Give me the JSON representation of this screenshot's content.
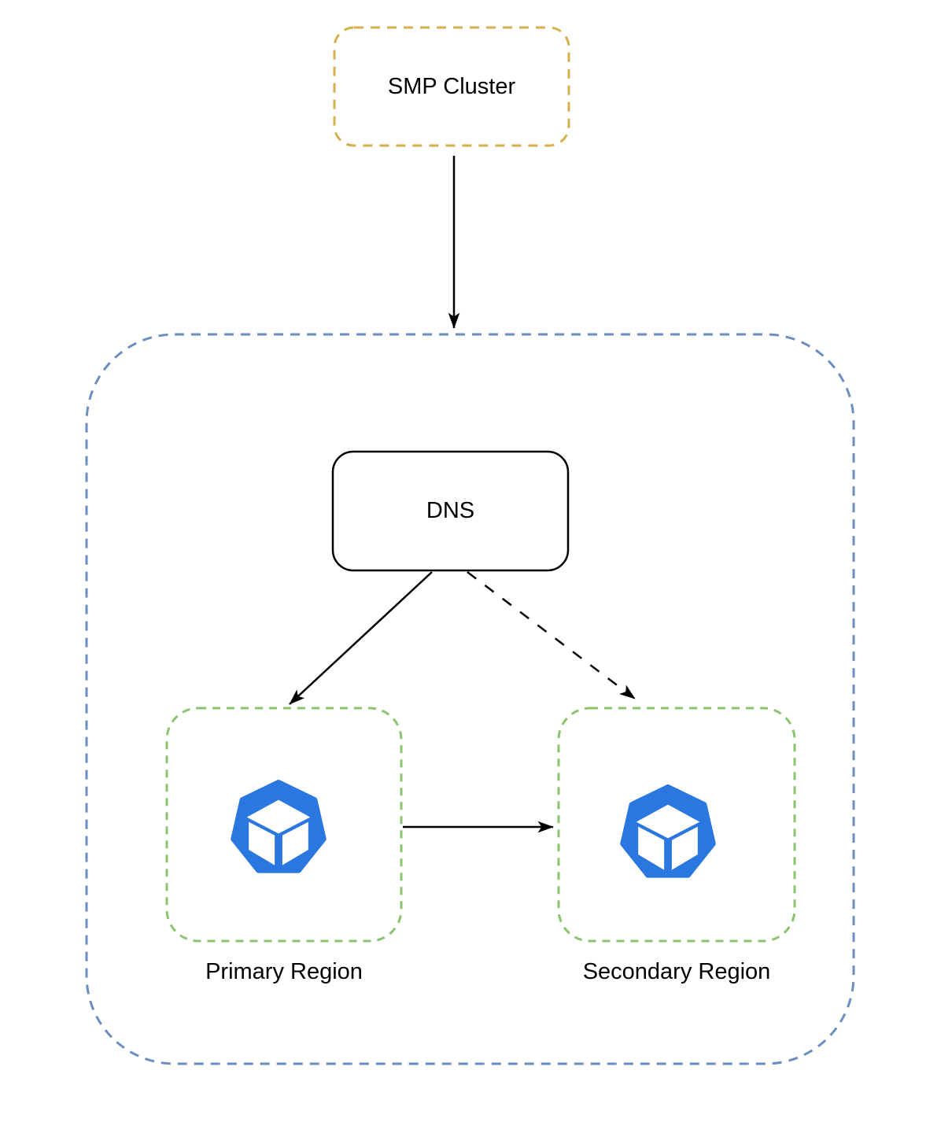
{
  "nodes": {
    "smp_cluster": {
      "label": "SMP Cluster"
    },
    "dns": {
      "label": "DNS"
    },
    "primary_region": {
      "label": "Primary Region"
    },
    "secondary_region": {
      "label": "Secondary Region"
    }
  },
  "icons": {
    "primary_region_icon": "cluster-cube-heptagon-icon",
    "secondary_region_icon": "cluster-cube-heptagon-icon"
  },
  "edges": [
    {
      "from": "smp_cluster",
      "to": "outer_boundary",
      "style": "solid",
      "arrowhead": "filled"
    },
    {
      "from": "dns",
      "to": "primary_region",
      "style": "solid",
      "arrowhead": "filled"
    },
    {
      "from": "dns",
      "to": "secondary_region",
      "style": "dashed",
      "arrowhead": "filled"
    },
    {
      "from": "primary_region",
      "to": "secondary_region",
      "style": "solid",
      "arrowhead": "filled"
    }
  ],
  "colors": {
    "smp_cluster_border": "#D5AF4B",
    "outer_boundary_border": "#6C8EBF",
    "region_border": "#8AC470",
    "dns_border": "#000000",
    "arrow": "#000000",
    "icon_blue": "#2B77E0",
    "icon_cube": "#FFFFFF",
    "text": "#000000",
    "background": "#FFFFFF"
  }
}
